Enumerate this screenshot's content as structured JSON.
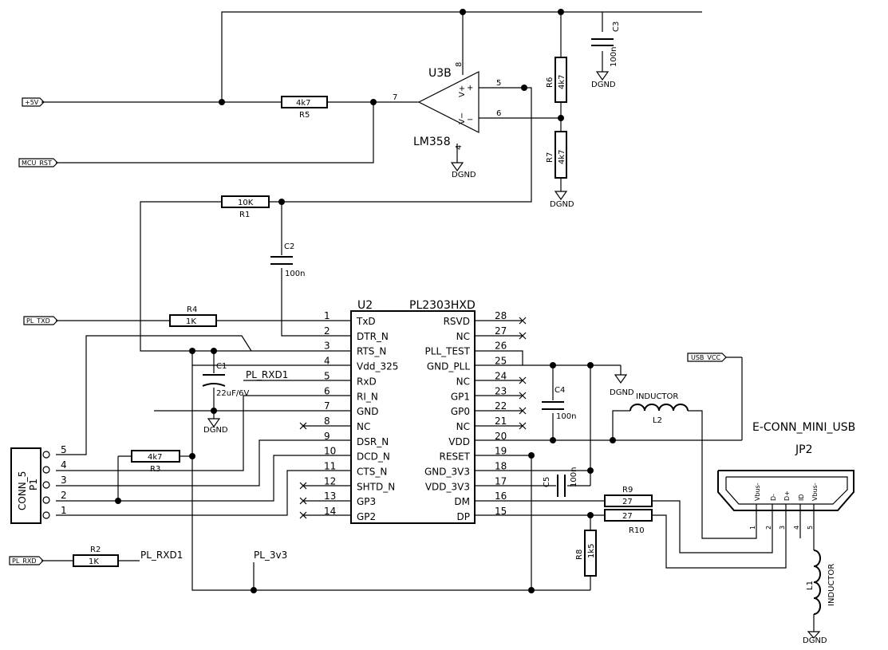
{
  "labels": {
    "p5v": "+5V",
    "mcu_rst": "MCU_RST",
    "pl_txd": "PL_TXD",
    "pl_rxd": "PL_RXD",
    "usb_vcc": "USB_VCC",
    "pl_rxd1_a": "PL_RXD1",
    "pl_rxd1_b": "PL_RXD1",
    "pl_3v3": "PL_3v3"
  },
  "opamp": {
    "ref": "U3B",
    "value": "LM358",
    "pin5": "5",
    "pin6": "6",
    "pin7": "7",
    "pin8": "8",
    "pin4": "4",
    "vplus": "V+",
    "vminus": "V−",
    "plus": "+",
    "minus": "−"
  },
  "r5": {
    "ref": "R5",
    "value": "4k7"
  },
  "r6": {
    "ref": "R6",
    "value": "4k7"
  },
  "r7": {
    "ref": "R7",
    "value": "4k7"
  },
  "c3": {
    "ref": "C3",
    "value": "100n"
  },
  "r1": {
    "ref": "R1",
    "value": "10K"
  },
  "c2": {
    "ref": "C2",
    "value": "100n"
  },
  "r4": {
    "ref": "R4",
    "value": "1K"
  },
  "c1": {
    "ref": "C1",
    "value": "22uF/6V"
  },
  "r3": {
    "ref": "R3",
    "value": "4k7"
  },
  "r2": {
    "ref": "R2",
    "value": "1K"
  },
  "c4": {
    "ref": "C4",
    "value": "100n"
  },
  "c5": {
    "ref": "C5",
    "value": "100n"
  },
  "r9": {
    "ref": "R9",
    "value": "27"
  },
  "r10": {
    "ref": "R10",
    "value": "27"
  },
  "r8": {
    "ref": "R8",
    "value": "1k5"
  },
  "l2": {
    "ref": "L2",
    "value": "INDUCTOR"
  },
  "l1": {
    "ref": "L1",
    "value": "INDUCTOR"
  },
  "gnd": {
    "label": "DGND"
  },
  "p1": {
    "ref": "P1",
    "value": "CONN_5",
    "pins": [
      "5",
      "4",
      "3",
      "2",
      "1"
    ]
  },
  "u2": {
    "ref": "U2",
    "value": "PL2303HXD",
    "left_pins": [
      {
        "num": "1",
        "name": "TxD"
      },
      {
        "num": "2",
        "name": "DTR_N"
      },
      {
        "num": "3",
        "name": "RTS_N"
      },
      {
        "num": "4",
        "name": "Vdd_325"
      },
      {
        "num": "5",
        "name": "RxD"
      },
      {
        "num": "6",
        "name": "RI_N"
      },
      {
        "num": "7",
        "name": "GND"
      },
      {
        "num": "8",
        "name": "NC"
      },
      {
        "num": "9",
        "name": "DSR_N"
      },
      {
        "num": "10",
        "name": "DCD_N"
      },
      {
        "num": "11",
        "name": "CTS_N"
      },
      {
        "num": "12",
        "name": "SHTD_N"
      },
      {
        "num": "13",
        "name": "GP3"
      },
      {
        "num": "14",
        "name": "GP2"
      }
    ],
    "right_pins": [
      {
        "num": "28",
        "name": "RSVD"
      },
      {
        "num": "27",
        "name": "NC"
      },
      {
        "num": "26",
        "name": "PLL_TEST"
      },
      {
        "num": "25",
        "name": "GND_PLL"
      },
      {
        "num": "24",
        "name": "NC"
      },
      {
        "num": "23",
        "name": "GP1"
      },
      {
        "num": "22",
        "name": "GP0"
      },
      {
        "num": "21",
        "name": "NC"
      },
      {
        "num": "20",
        "name": "VDD"
      },
      {
        "num": "19",
        "name": "RESET"
      },
      {
        "num": "18",
        "name": "GND_3V3"
      },
      {
        "num": "17",
        "name": "VDD_3V3"
      },
      {
        "num": "16",
        "name": "DM"
      },
      {
        "num": "15",
        "name": "DP"
      }
    ]
  },
  "jp2": {
    "ref": "JP2",
    "value": "E-CONN_MINI_USB",
    "pins": [
      {
        "num": "1",
        "name": "Vbus-"
      },
      {
        "num": "2",
        "name": "D-"
      },
      {
        "num": "3",
        "name": "D+"
      },
      {
        "num": "4",
        "name": "ID"
      },
      {
        "num": "5",
        "name": "Vbus-"
      }
    ]
  }
}
